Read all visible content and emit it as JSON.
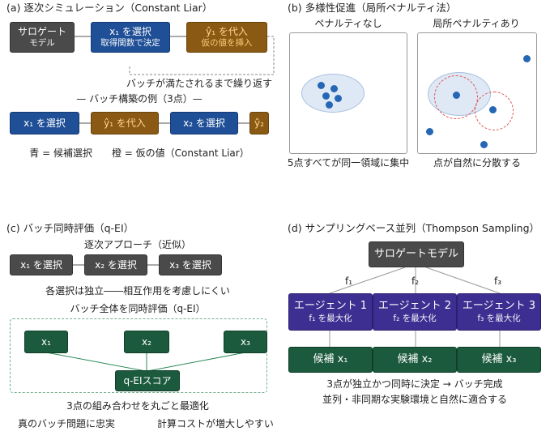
{
  "panel_a": {
    "title": "(a) 逐次シミュレーション（Constant Liar）",
    "surrogate": {
      "line1": "サロゲート",
      "line2": "モデル"
    },
    "select_x1": {
      "line1": "x₁ を選択",
      "line2": "取得関数で決定"
    },
    "substitute_y1": {
      "line1": "ŷ₁ を代入",
      "line2": "仮の値を挿入"
    },
    "repeat_note": "バッチが満たされるまで繰り返す",
    "example_caption": "— バッチ構築の例（3点）—",
    "row": [
      "x₁ を選択",
      "ŷ₁ を代入",
      "x₂ を選択",
      "ŷ₂"
    ],
    "legend": "青 = 候補選択　　橙 = 仮の値（Constant Liar）"
  },
  "panel_b": {
    "title": "(b) 多様性促進（局所ペナルティ法）",
    "left_label": "ペナルティなし",
    "right_label": "局所ペナルティあり",
    "left_caption": "5点すべてが同一領域に集中",
    "right_caption": "点が自然に分散する"
  },
  "panel_c": {
    "title": "(c) バッチ同時評価（q-EI）",
    "sequential_caption": "逐次アプローチ（近似）",
    "seq_row": [
      "x₁ を選択",
      "x₂ を選択",
      "x₃ を選択"
    ],
    "independent_note": "各選択は独立――相互作用を考慮しにくい",
    "batch_caption": "バッチ全体を同時評価（q-EI）",
    "batch_points": [
      "x₁",
      "x₂",
      "x₃"
    ],
    "score": "q-EIスコア",
    "optimize_note": "3点の組み合わせを丸ごと最適化",
    "pro": "真のバッチ問題に忠実",
    "con": "計算コストが増大しやすい"
  },
  "panel_d": {
    "title": "(d) サンプリングベース並列（Thompson Sampling）",
    "surrogate": "サロゲートモデル",
    "f_labels": [
      "f₁",
      "f₂",
      "f₃"
    ],
    "agents": [
      {
        "name": "エージェント 1",
        "goal": "f₁ を最大化"
      },
      {
        "name": "エージェント 2",
        "goal": "f₂ を最大化"
      },
      {
        "name": "エージェント 3",
        "goal": "f₃ を最大化"
      }
    ],
    "candidates": [
      "候補 x₁",
      "候補 x₂",
      "候補 x₃"
    ],
    "note1": "3点が独立かつ同時に決定 → バッチ完成",
    "note2": "並列・非同期な実験環境と自然に適合する"
  },
  "colors": {
    "blue": "#1f4f96",
    "orange": "#8a5a14",
    "gray": "#4a4a4a",
    "purple": "#3d2f91",
    "green": "#1b5a3c",
    "point": "#2566b5",
    "penalty": "#e05555"
  }
}
